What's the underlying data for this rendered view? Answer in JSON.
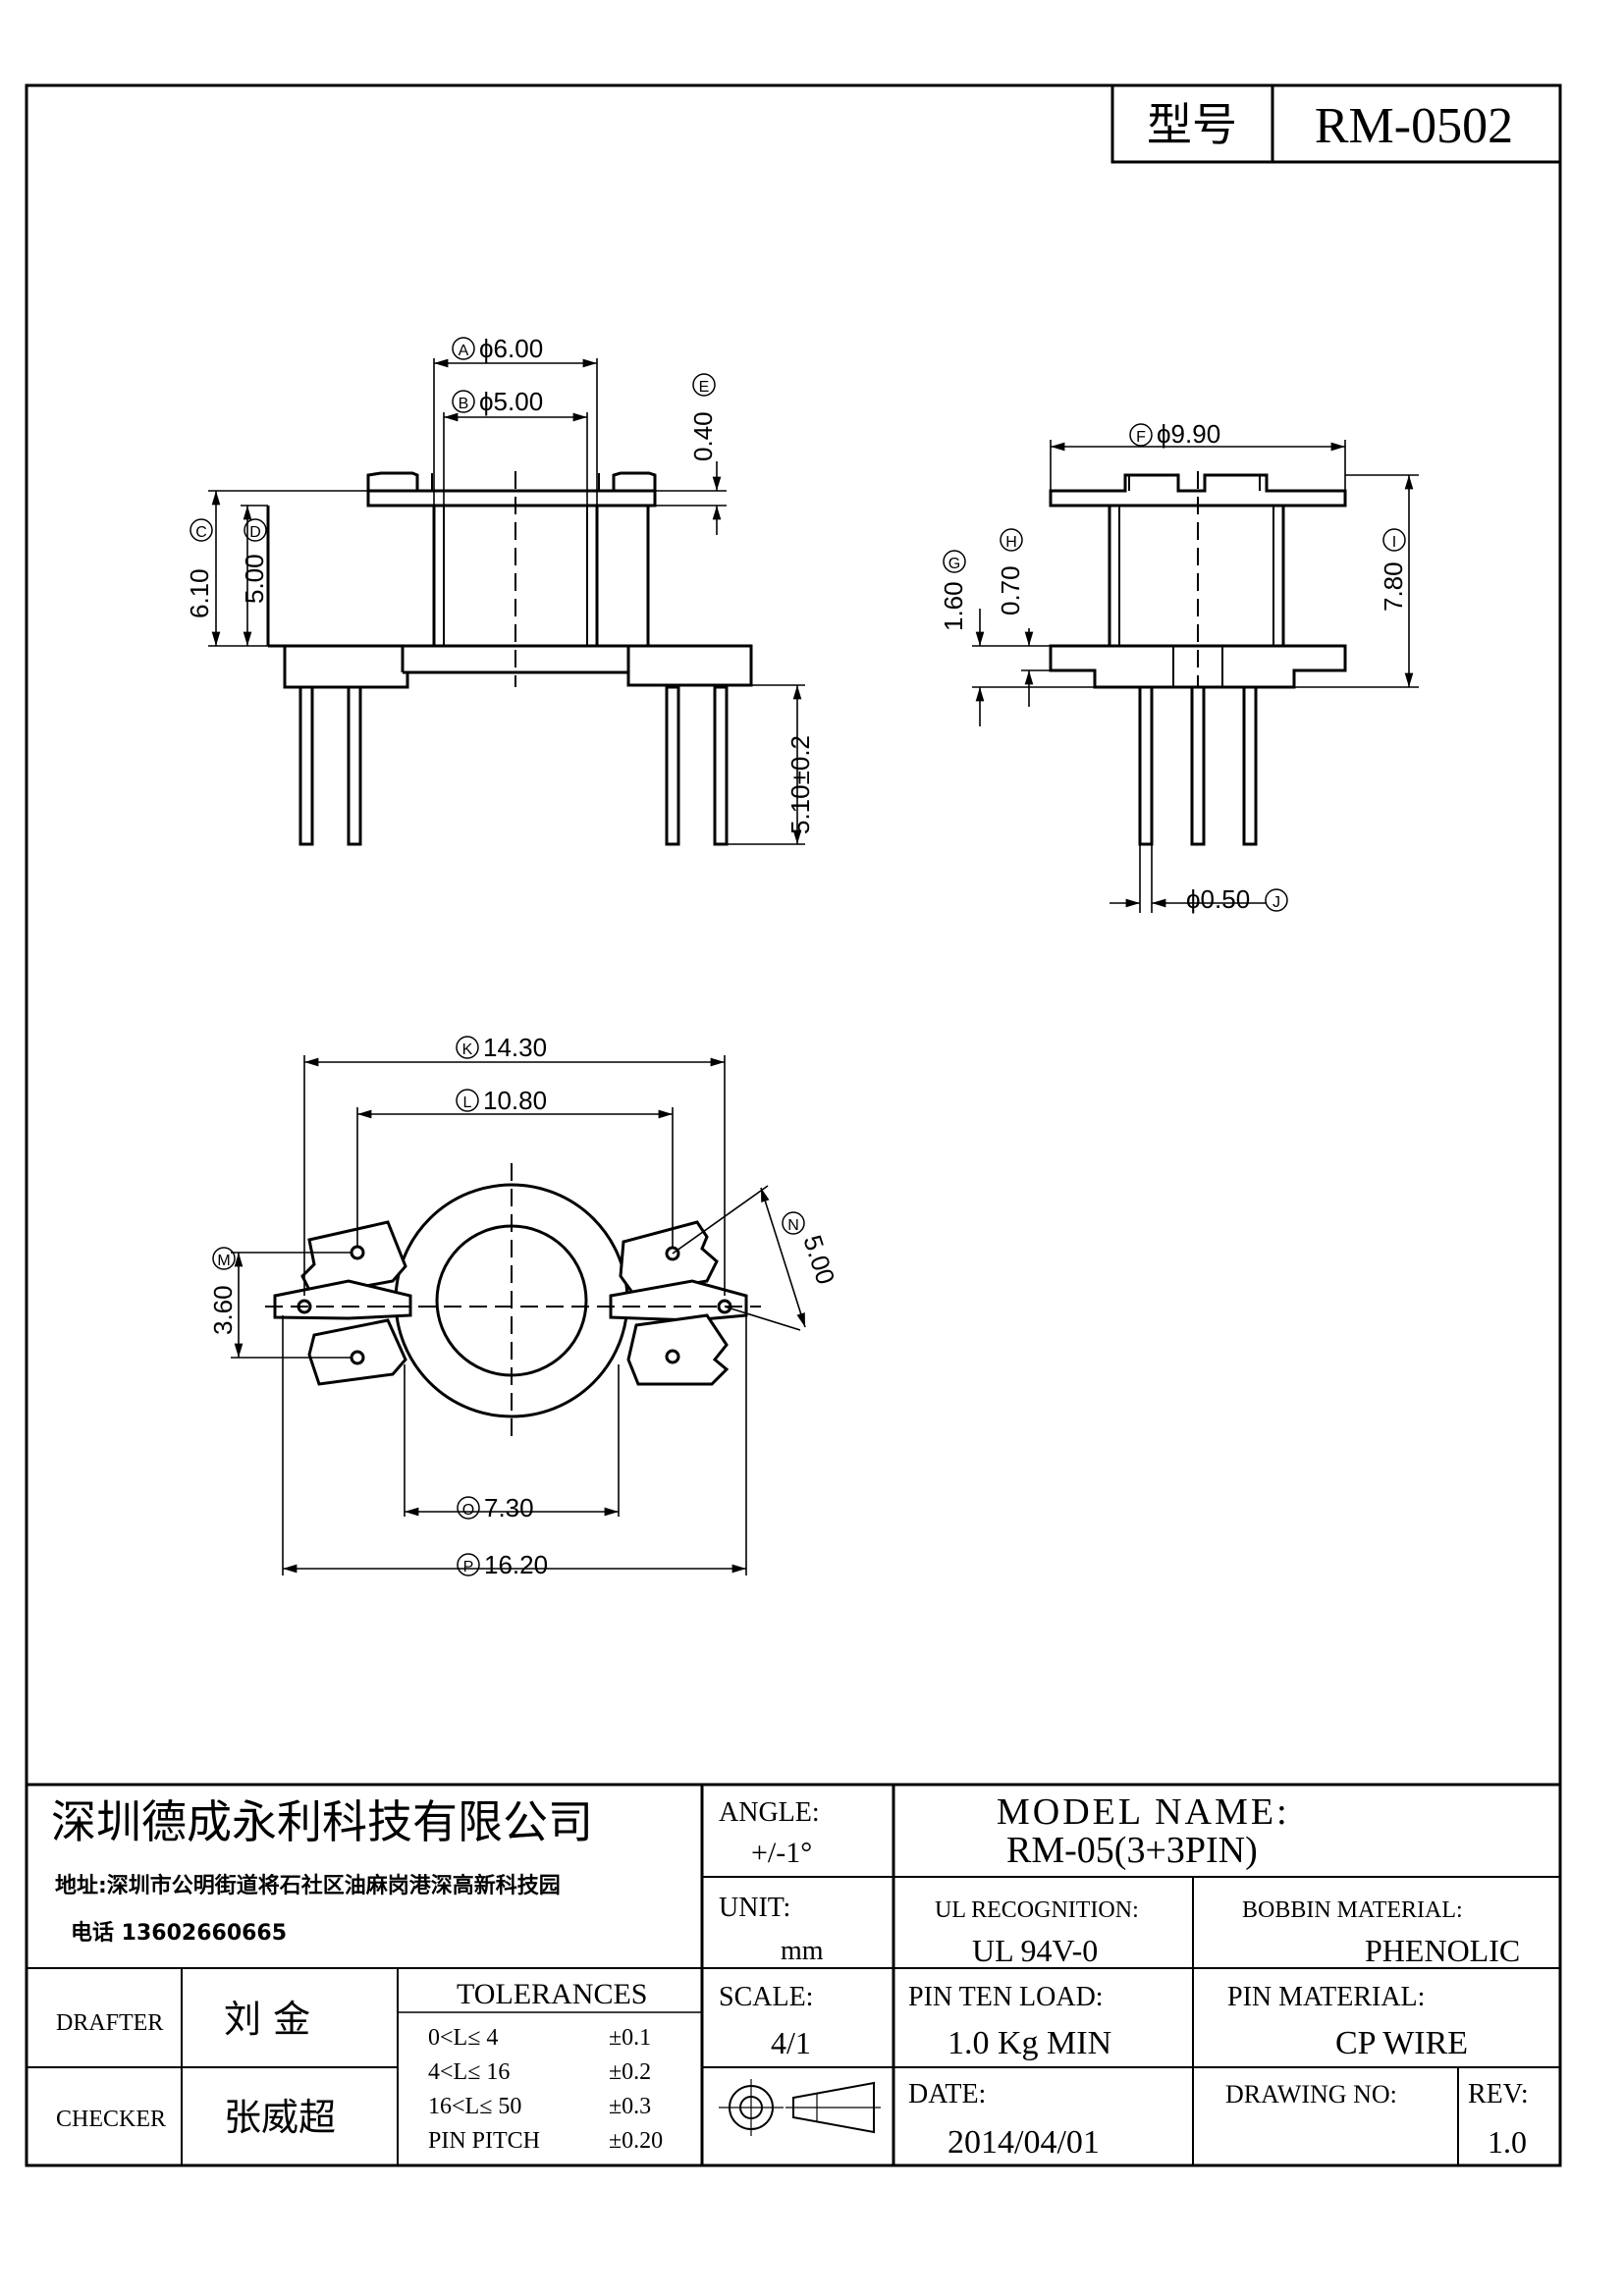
{
  "model_box": {
    "label": "型号",
    "value": "RM-0502"
  },
  "dimensions": {
    "A": "ϕ6.00",
    "B": "ϕ5.00",
    "C": "6.10",
    "D": "5.00",
    "E": "0.40",
    "F": "ϕ9.90",
    "G": "1.60",
    "H": "0.70",
    "I": "7.80",
    "J": "ϕ0.50",
    "K": "14.30",
    "L": "10.80",
    "M": "3.60",
    "N": "5.00",
    "O": "7.30",
    "P": "16.20",
    "pin_length": "5.10±0.2"
  },
  "title_block": {
    "company": "深圳德成永利科技有限公司",
    "address": "地址:深圳市公明街道将石社区油麻岗港深高新科技园",
    "phone": "电话  13602660665",
    "angle_label": "ANGLE:",
    "angle_value": "+/-1°",
    "model_name_label": "MODEL NAME:",
    "model_name_value": "RM-05(3+3PIN)",
    "unit_label": "UNIT:",
    "unit_value": "mm",
    "ul_label": "UL RECOGNITION:",
    "ul_value": "UL 94V-0",
    "bobbin_label": "BOBBIN MATERIAL:",
    "bobbin_value": "PHENOLIC",
    "drafter_label": "DRAFTER",
    "drafter_value": "刘  金",
    "checker_label": "CHECKER",
    "checker_value": "张威超",
    "tolerances_label": "TOLERANCES",
    "tolerances": [
      {
        "range": "0<L≤ 4",
        "tol": "±0.1"
      },
      {
        "range": "4<L≤ 16",
        "tol": "±0.2"
      },
      {
        "range": "16<L≤ 50",
        "tol": "±0.3"
      },
      {
        "range": "PIN PITCH",
        "tol": "±0.20"
      }
    ],
    "scale_label": "SCALE:",
    "scale_value": "4/1",
    "pin_load_label": "PIN TEN LOAD:",
    "pin_load_value": "1.0 Kg MIN",
    "pin_material_label": "PIN MATERIAL:",
    "pin_material_value": "CP WIRE",
    "date_label": "DATE:",
    "date_value": "2014/04/01",
    "drawing_no_label": "DRAWING NO:",
    "rev_label": "REV:",
    "rev_value": "1.0"
  }
}
